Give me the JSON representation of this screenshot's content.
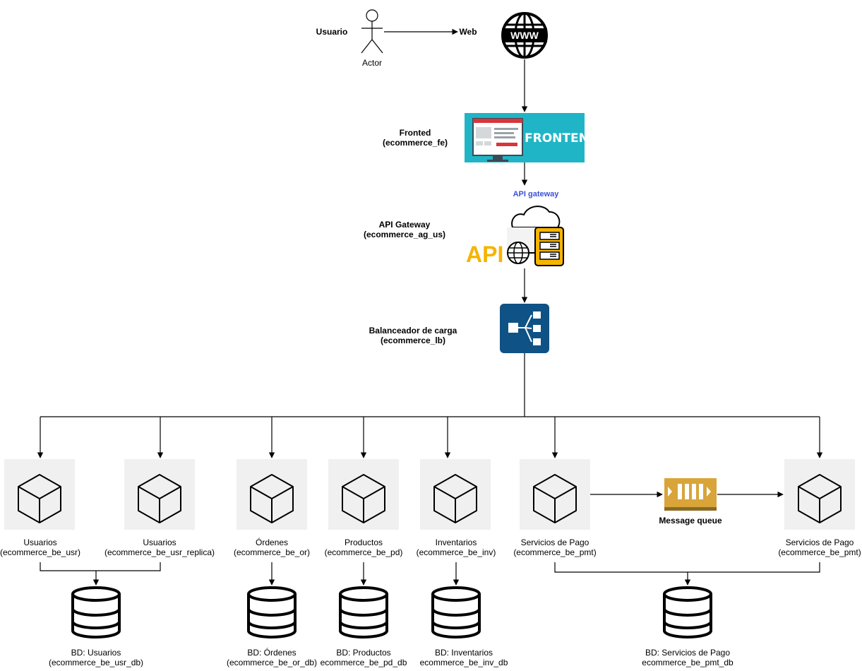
{
  "actor": {
    "title": "Usuario",
    "caption": "Actor"
  },
  "web": {
    "label": "Web",
    "icon": "www-globe-icon"
  },
  "frontend": {
    "line1": "Fronted",
    "line2": "(ecommerce_fe)",
    "banner_text": "FRONTEND",
    "icon": "frontend-monitor-icon"
  },
  "api_gateway": {
    "top_label": "API gateway",
    "line1": "API Gateway",
    "line2": "(ecommerce_ag_us)",
    "logo_text": "API",
    "icon": "api-gateway-cloud-server-icon"
  },
  "load_balancer": {
    "line1": "Balanceador de carga",
    "line2": "(ecommerce_lb)",
    "icon": "load-balancer-icon"
  },
  "services": [
    {
      "name": "Usuarios",
      "id": "(ecommerce_be_usr)"
    },
    {
      "name": "Usuarios",
      "id": "(ecommerce_be_usr_replica)"
    },
    {
      "name": "Órdenes",
      "id": "(ecommerce_be_or)"
    },
    {
      "name": "Productos",
      "id": "(ecommerce_be_pd)"
    },
    {
      "name": "Inventarios",
      "id": "(ecommerce_be_inv)"
    },
    {
      "name": "Servicios de Pago",
      "id": "(ecommerce_be_pmt)"
    },
    {
      "name": "Servicios de Pago",
      "id": "(ecommerce_be_pmt)"
    }
  ],
  "queue": {
    "label": "Message queue",
    "icon": "message-queue-icon"
  },
  "databases": [
    {
      "name": "BD: Usuarios",
      "id": "(ecommerce_be_usr_db)"
    },
    {
      "name": "BD: Órdenes",
      "id": "(ecommerce_be_or_db)"
    },
    {
      "name": "BD: Productos",
      "id": "ecommerce_be_pd_db"
    },
    {
      "name": "BD: Inventarios",
      "id": "ecommerce_be_inv_db"
    },
    {
      "name": "BD: Servicios de Pago",
      "id": "ecommerce_be_pmt_db"
    }
  ],
  "colors": {
    "frontend_bg": "#1fb5c6",
    "frontend_red": "#d9353a",
    "lb_bg": "#0f5285",
    "api_orange": "#f5b400",
    "queue_gold": "#d9a43a",
    "api_gateway_label": "#3b50d6",
    "service_box": "#f0f0f0"
  }
}
